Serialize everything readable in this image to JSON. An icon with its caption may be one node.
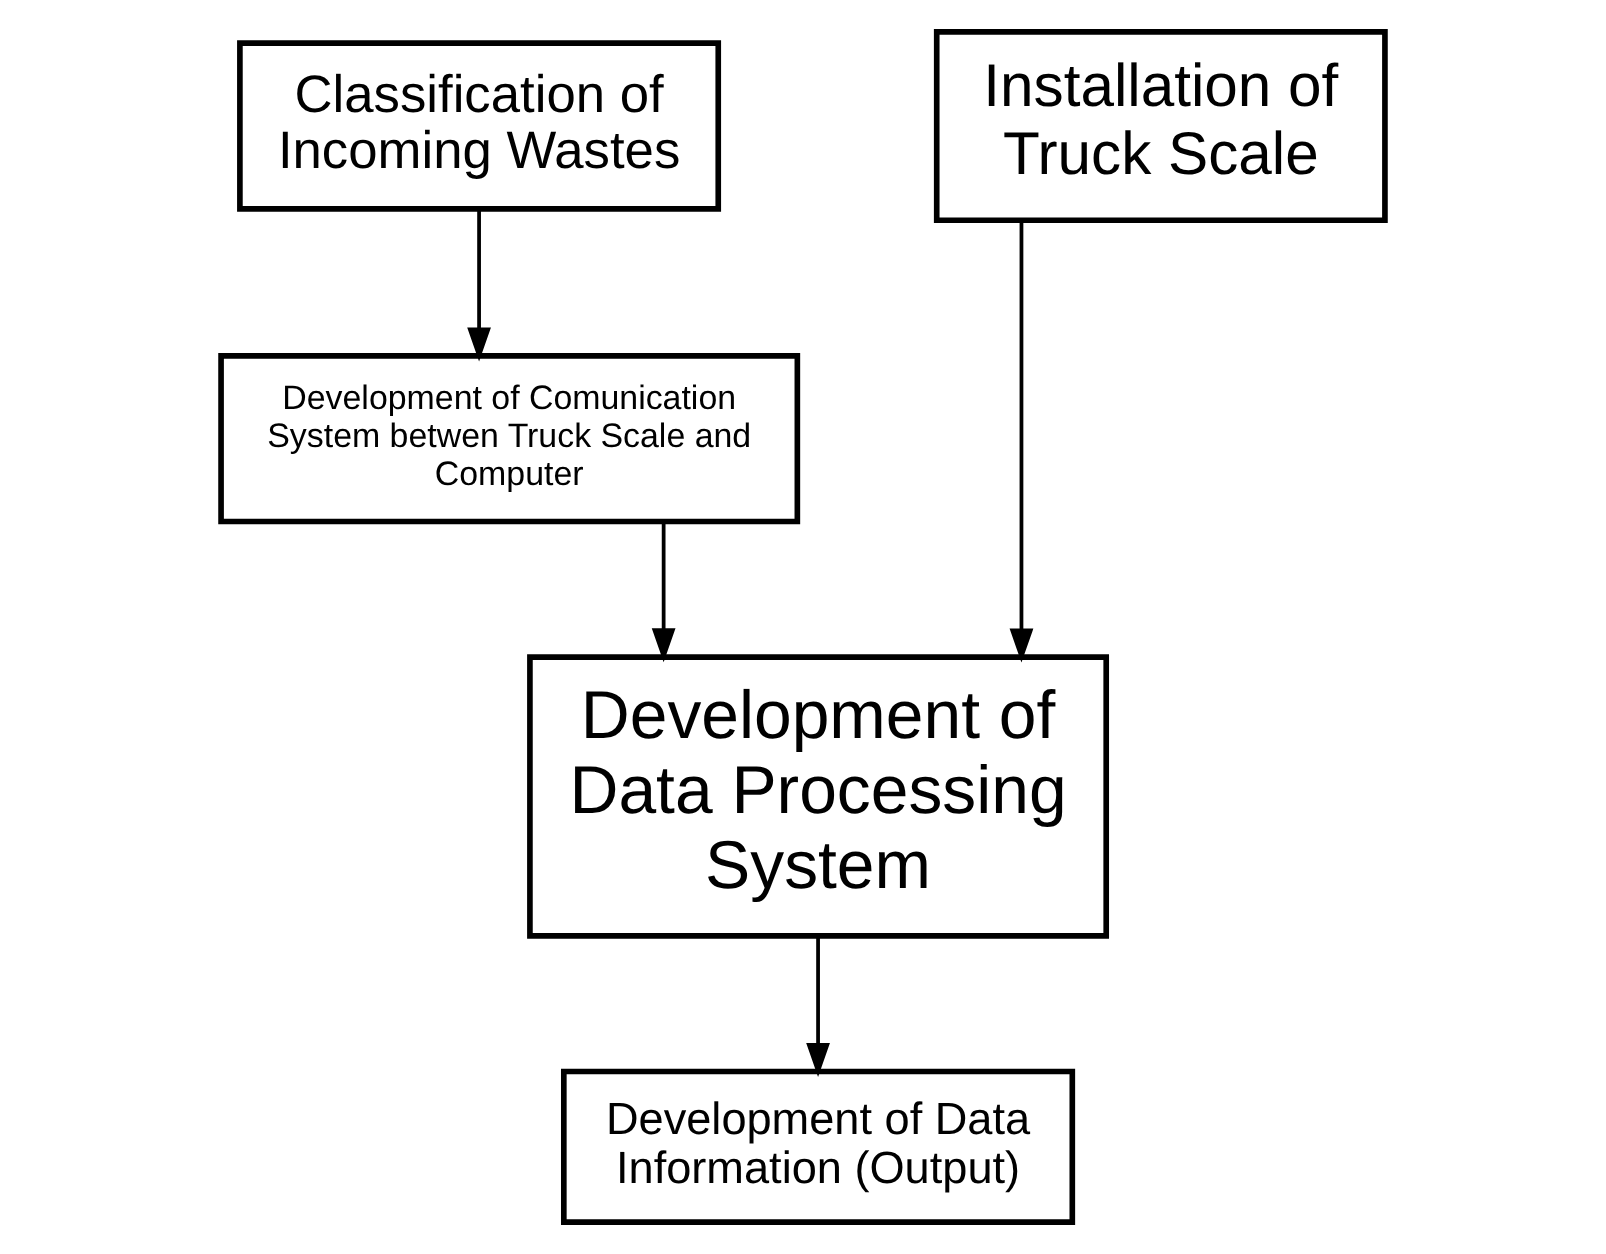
{
  "diagram": {
    "nodes": [
      {
        "text": [
          "Classification of Incoming Wastes"
        ]
      },
      {
        "text": [
          "Development of Comunication System betwen Truck Scale and Computer"
        ]
      },
      {
        "text": [
          "Installation of Truck Scale"
        ]
      },
      {
        "text": [
          "Development of Data Processing System"
        ]
      },
      {
        "text": [
          "Development of Data Information (Output)"
        ]
      }
    ],
    "edges": [
      {
        "from": 0,
        "to": 1,
        "arrow": "to"
      },
      {
        "from": 1,
        "to": 3,
        "arrow": "to"
      },
      {
        "from": 2,
        "to": 3,
        "arrow": "to"
      },
      {
        "from": 3,
        "to": 4,
        "arrow": "to"
      }
    ]
  }
}
